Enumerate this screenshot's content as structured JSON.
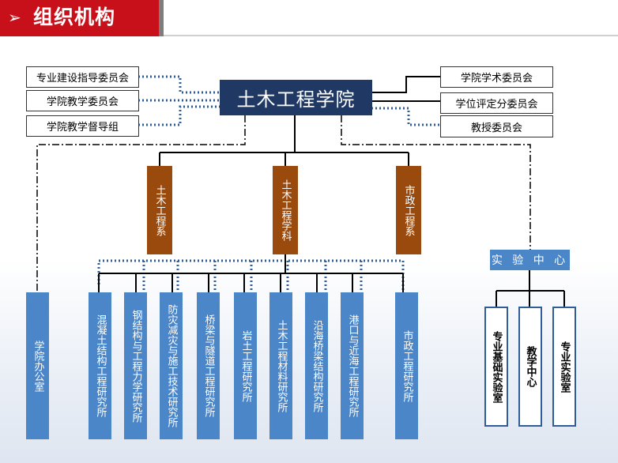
{
  "header": {
    "arrow": "➢",
    "title": "组织机构"
  },
  "top_unit": "土木工程学院",
  "left_committees": [
    "专业建设指导委员会",
    "学院教学委员会",
    "学院教学督导组"
  ],
  "right_committees": [
    "学院学术委员会",
    "学位评定分委员会",
    "教授委员会"
  ],
  "departments": [
    "土木工程系",
    "土木工程学科",
    "市政工程系"
  ],
  "office": "学院办公室",
  "institutes": [
    "混凝土结构工程研究所",
    "钢结构与工程力学研究所",
    "防灾减灾与施工技术研究所",
    "桥梁与隧道工程研究所",
    "岩土工程研究所",
    "土木工程材料研究所",
    "沿海桥梁结构研究所",
    "港口与近海工程研究所",
    "市政工程研究所"
  ],
  "lab_center": "实 验 中 心",
  "labs": [
    "专业基础实验室",
    "教学中心",
    "专业实验室"
  ],
  "colors": {
    "header_red": "#c8101a",
    "top_navy": "#1f3864",
    "dept_brown": "#9a4a0c",
    "unit_blue": "#4a86c8",
    "dotted_blue": "#2e5d99"
  }
}
